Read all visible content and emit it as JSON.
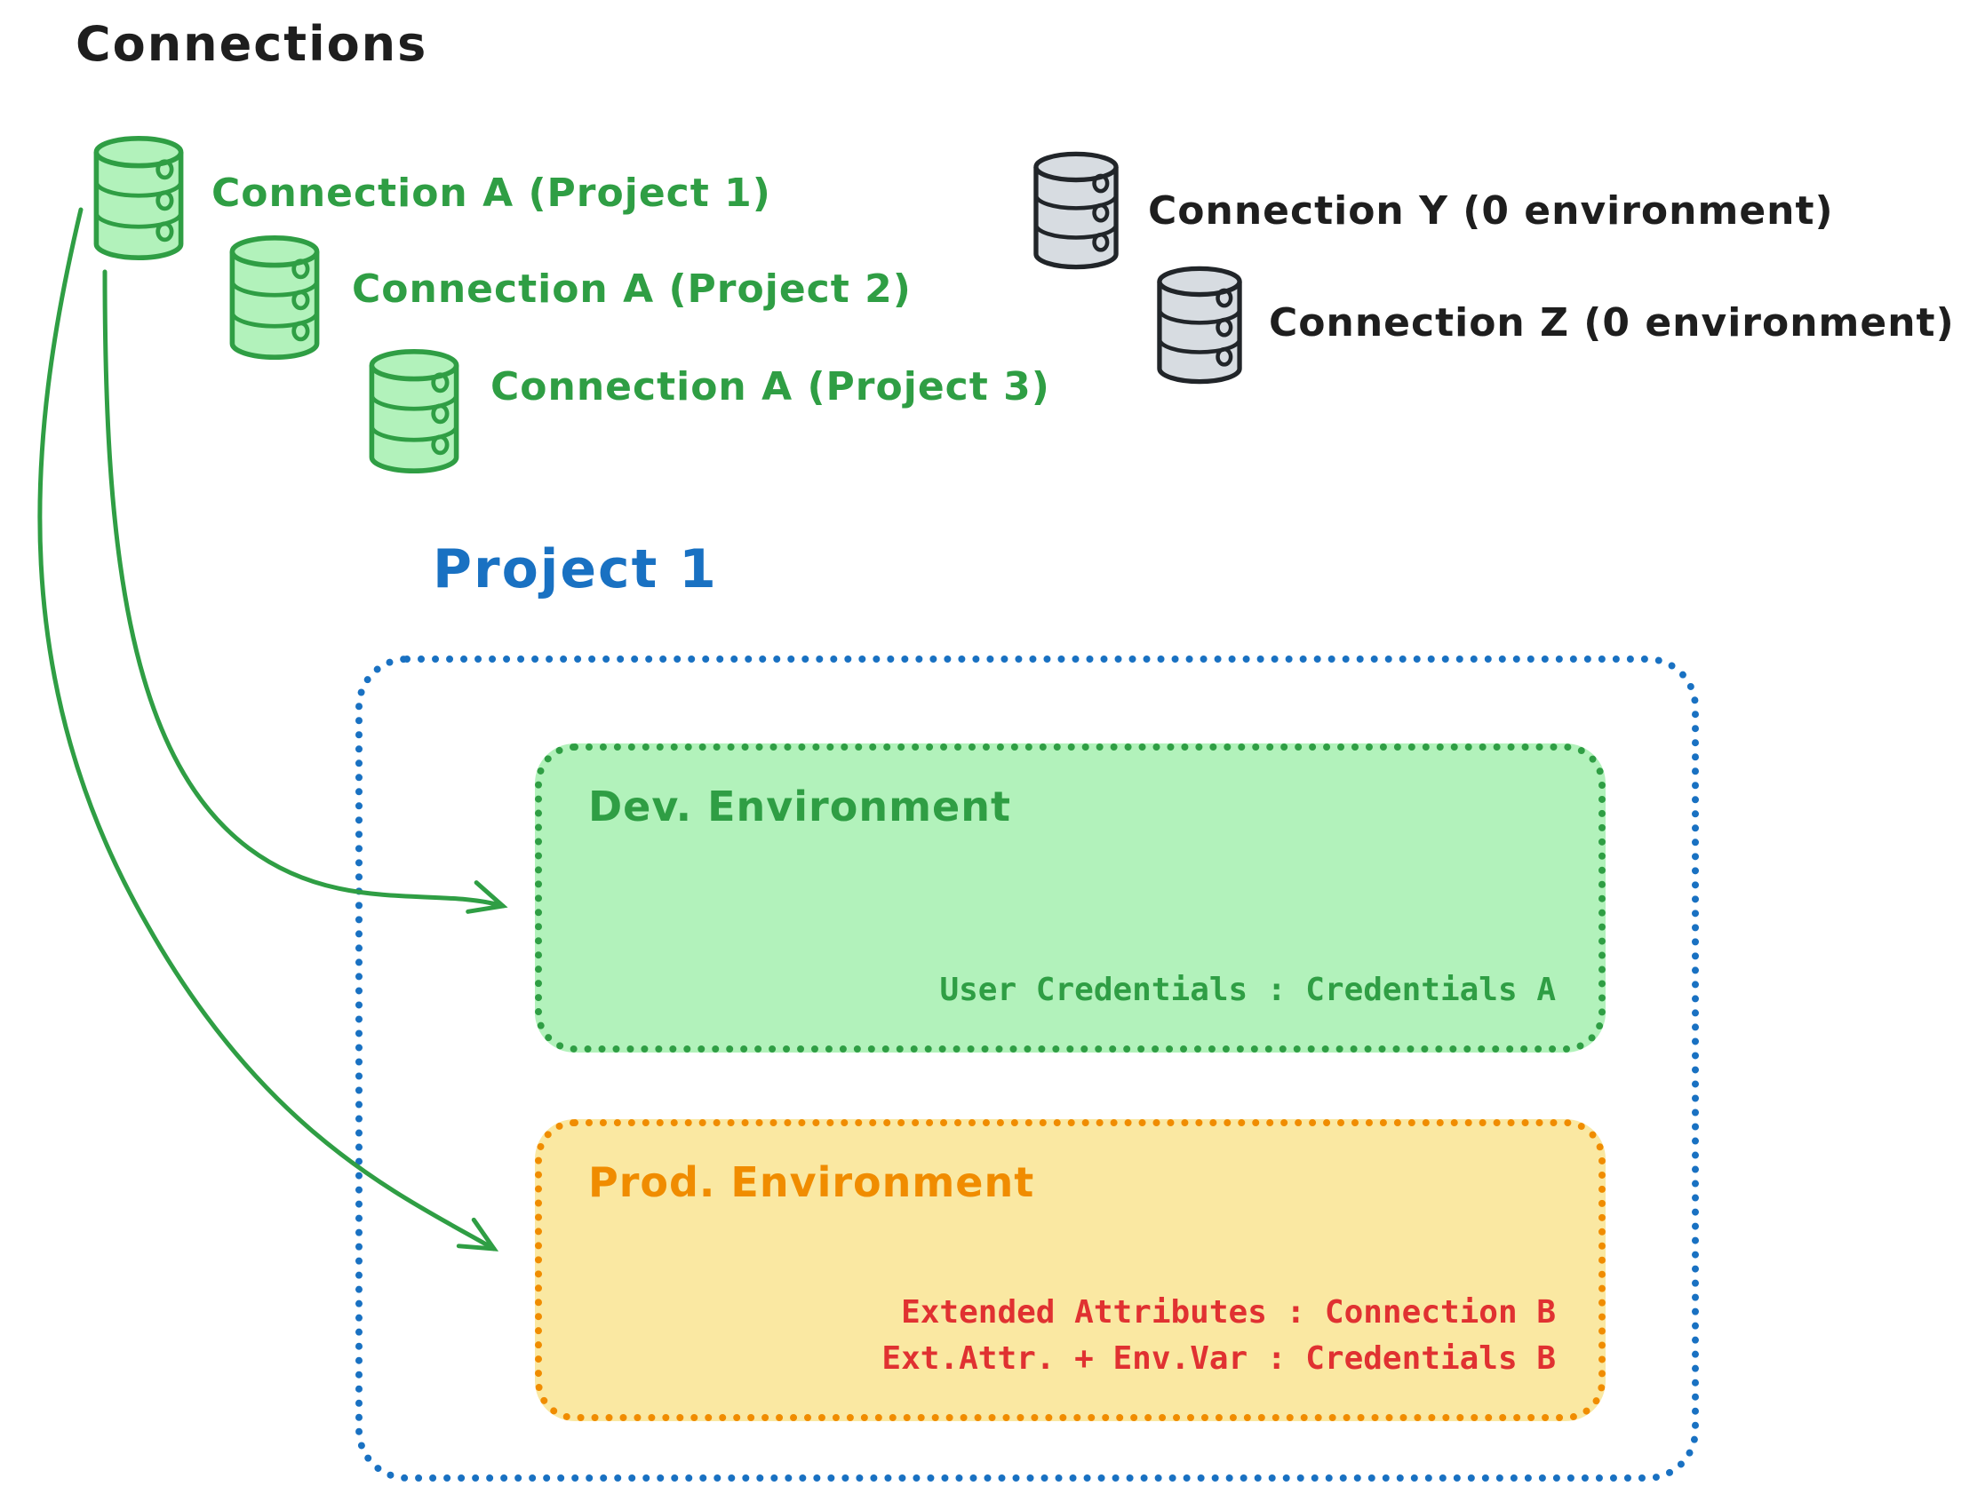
{
  "title": "Connections",
  "connections": {
    "green": [
      {
        "label": "Connection A (Project 1)"
      },
      {
        "label": "Connection A (Project 2)"
      },
      {
        "label": "Connection A (Project 3)"
      }
    ],
    "gray": [
      {
        "label": "Connection Y (0 environment)"
      },
      {
        "label": "Connection Z (0 environment)"
      }
    ]
  },
  "project": {
    "title": "Project 1",
    "environments": [
      {
        "name": "Dev. Environment",
        "mappings": [
          "User Credentials : Credentials A"
        ]
      },
      {
        "name": "Prod. Environment",
        "mappings": [
          "Extended Attributes : Connection B",
          "Ext.Attr. + Env.Var : Credentials B"
        ]
      }
    ]
  },
  "icons": {
    "database": "database-icon",
    "arrow": "curved-arrow"
  },
  "colors": {
    "black_text": "#1e1e1e",
    "green_stroke": "#2f9e44",
    "green_fill": "#b2f2bb",
    "gray_stroke": "#212529",
    "gray_fill": "#d7dce1",
    "blue": "#1971c2",
    "orange": "#f08c00",
    "yellow_fill": "#fae8a2",
    "red": "#e03131"
  }
}
